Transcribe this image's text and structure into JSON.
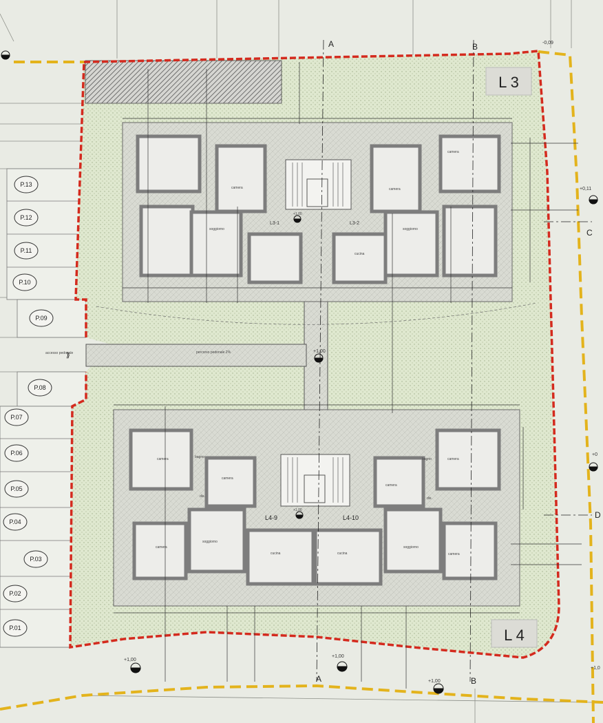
{
  "lots": {
    "top": "L 3",
    "bottom": "L 4"
  },
  "section_markers": {
    "a_top": "A",
    "b_top": "B",
    "a_bottom": "A",
    "b_bottom": "B",
    "c": "C",
    "d": "D"
  },
  "elevations": {
    "top_right": "-0,09",
    "right_upper": "+0,11",
    "center": "+1,00",
    "upper_center": "+1,00",
    "lower_center": "+1,00",
    "bottom_left": "+1,00",
    "bottom_center": "+1,00",
    "bottom_right": "+1,00",
    "right_mid": "+0",
    "right_lower": "+1,0"
  },
  "units": {
    "l3_1": "L3-1",
    "l3_2": "L3-2",
    "l4_9": "L4-9",
    "l4_10": "L4-10"
  },
  "parking": [
    "P.13",
    "P.12",
    "P.11",
    "P.10",
    "P.09",
    "P.08",
    "P.07",
    "P.06",
    "P.05",
    "P.04",
    "P.03",
    "P.02",
    "P.01"
  ],
  "rooms": {
    "camera": "camera",
    "soggiorno": "soggiorno",
    "cucina": "cucina",
    "bagno": "bagno",
    "dis": "dis."
  },
  "labels": {
    "accesso_pedonale": "accesso pedonale",
    "percorso": "percorso pedonale 2%",
    "colors": {
      "boundary": "#d42a1e",
      "yellow_line": "#e3b31c",
      "green_fill": "#dfe8cf",
      "wall": "#8a8a8a"
    }
  }
}
